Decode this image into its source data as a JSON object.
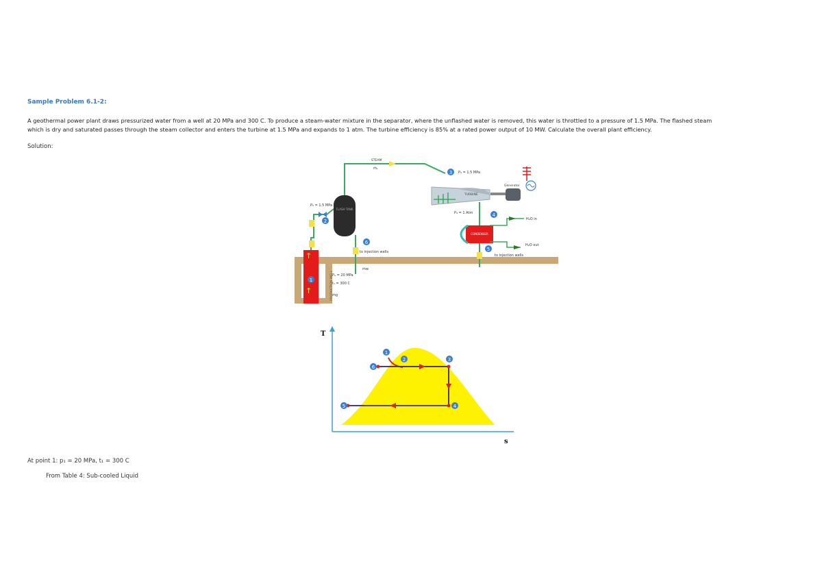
{
  "document": {
    "title": "Sample Problem 6.1-2:",
    "problem_line1": "A geothermal power plant draws pressurized water from a well at 20 MPa and 300 C. To produce a steam-water mixture in the separator, where the unflashed water is removed, this water is throttled to a pressure of 1.5 MPa. The flashed steam",
    "problem_line2": "which is dry and saturated passes through the steam collector and enters the turbine at 1.5 MPa and expands to 1 atm. The turbine efficiency is 85% at a rated power output of 10 MW. Calculate the overall plant efficiency.",
    "solution_label": "Solution:",
    "step1": "At point 1: p₁ = 20 MPa, t₁ = 300 C",
    "step1_source": "From Table 4: Sub-cooled Liquid"
  },
  "schematic": {
    "steam_label": "STEAM",
    "steam_flow": "ṁₛ",
    "p3_label": "P₃ = 1.5 MPa",
    "p2_label": "P₂ = 1.5 MPa",
    "p4_label": "P₄ = 1 Atm",
    "turbine_label": "TURBINE",
    "generator_label": "Generator",
    "flash_tank_label": "FLASH TANK",
    "condenser_label": "CONDENSER",
    "h2o_in": "H₂O in",
    "h2o_out": "H₂O out",
    "injection_left": "to injection wells",
    "injection_right": "to injection wells",
    "water_flow": "ṁw",
    "p1_label": "P₁ = 20 MPa",
    "t1_label": "t₁ = 300 C",
    "well_flow": "ṁg",
    "well_label": "PRODUCTION WELL",
    "points": [
      "1",
      "2",
      "3",
      "4",
      "5",
      "6"
    ],
    "colors": {
      "pipe": "#3aaa5c",
      "arrow": "#f4e04d",
      "well": "#e31b1b",
      "ground": "#c9a878",
      "point": "#3a7fd0"
    }
  },
  "ts_diagram": {
    "t_axis": "T",
    "s_axis": "s",
    "points": [
      "1",
      "2",
      "3",
      "4",
      "5",
      "6"
    ],
    "colors": {
      "dome": "#fff200",
      "path": "#4a3a8c",
      "arrows": "#d12a1a",
      "axis": "#3aa0d8"
    }
  }
}
